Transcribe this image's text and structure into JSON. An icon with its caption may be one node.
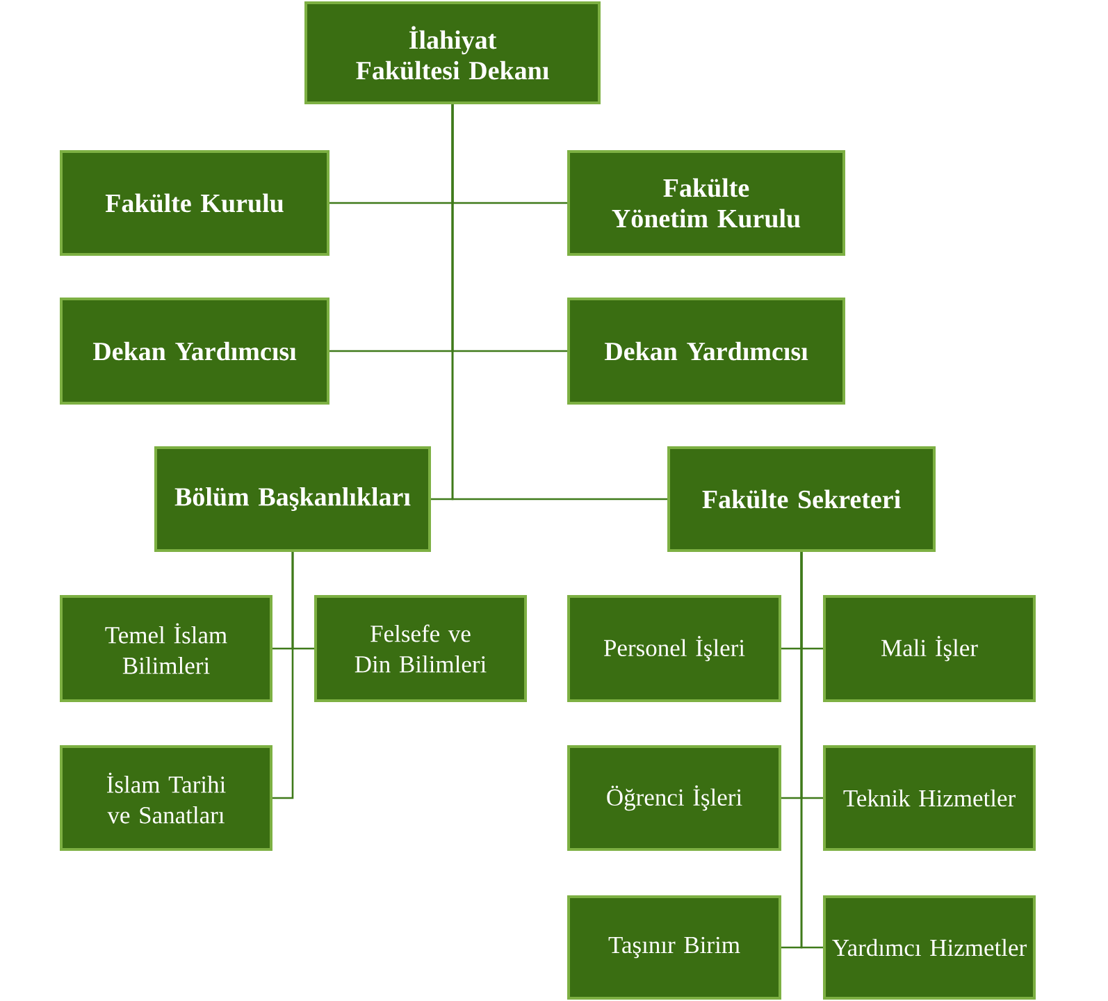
{
  "diagram": {
    "nodes": [
      {
        "text": [
          "İlahiyat Fakültesi Dekanı"
        ]
      },
      {
        "text": [
          "Fakülte Kurulu"
        ]
      },
      {
        "text": [
          "Fakülte Yönetim Kurulu"
        ]
      },
      {
        "text": [
          "Dekan Yardımcısı"
        ]
      },
      {
        "text": [
          "Dekan Yardımcısı"
        ]
      },
      {
        "text": [
          "Bölüm Başkanlıkları"
        ]
      },
      {
        "text": [
          "Fakülte Sekreteri"
        ]
      },
      {
        "text": [
          "Temel İslam Bilimleri"
        ]
      },
      {
        "text": [
          "Felsefe ve Din Bilimleri"
        ]
      },
      {
        "text": [
          "İslam Tarihi ve Sanatları"
        ]
      },
      {
        "text": [
          "Personel İşleri"
        ]
      },
      {
        "text": [
          "Mali İşler"
        ]
      },
      {
        "text": [
          "Öğrenci İşleri"
        ]
      },
      {
        "text": [
          "Teknik Hizmetler"
        ]
      },
      {
        "text": [
          "Taşınır Birim"
        ]
      },
      {
        "text": [
          "Yardımcı Hizmetler"
        ]
      }
    ],
    "edges": [
      {
        "from": 0,
        "to": 1,
        "arrow": "none"
      },
      {
        "from": 0,
        "to": 2,
        "arrow": "none"
      },
      {
        "from": 0,
        "to": 3,
        "arrow": "none"
      },
      {
        "from": 0,
        "to": 4,
        "arrow": "none"
      },
      {
        "from": 0,
        "to": 5,
        "arrow": "none"
      },
      {
        "from": 0,
        "to": 6,
        "arrow": "none"
      },
      {
        "from": 5,
        "to": 7,
        "arrow": "none"
      },
      {
        "from": 5,
        "to": 8,
        "arrow": "none"
      },
      {
        "from": 5,
        "to": 9,
        "arrow": "none"
      },
      {
        "from": 6,
        "to": 10,
        "arrow": "none"
      },
      {
        "from": 6,
        "to": 11,
        "arrow": "none"
      },
      {
        "from": 6,
        "to": 12,
        "arrow": "none"
      },
      {
        "from": 6,
        "to": 13,
        "arrow": "none"
      },
      {
        "from": 6,
        "to": 14,
        "arrow": "none"
      },
      {
        "from": 6,
        "to": 15,
        "arrow": "none"
      }
    ]
  }
}
